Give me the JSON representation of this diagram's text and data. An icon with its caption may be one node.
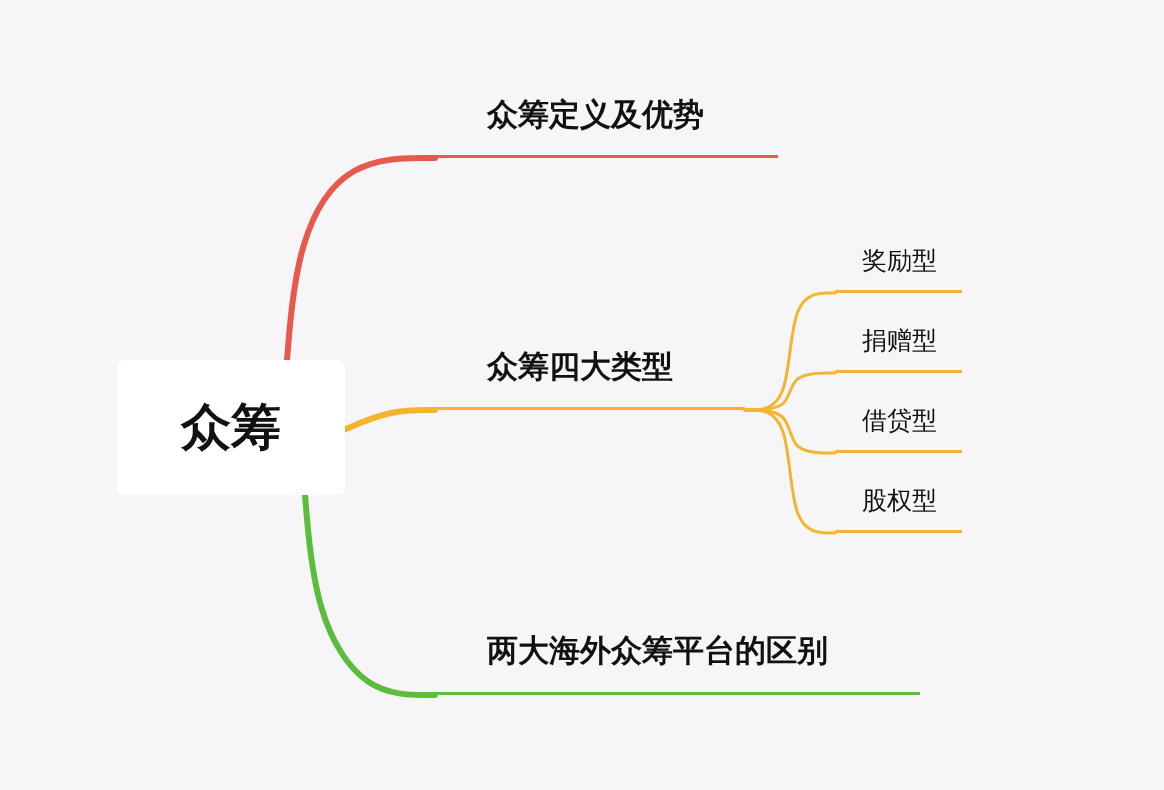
{
  "diagram": {
    "nodes": [
      {
        "text": [
          "众筹"
        ]
      },
      {
        "text": [
          "众筹定义及优势"
        ]
      },
      {
        "text": [
          "众筹四大类型"
        ]
      },
      {
        "text": [
          "奖励型"
        ]
      },
      {
        "text": [
          "捐赠型"
        ]
      },
      {
        "text": [
          "借贷型"
        ]
      },
      {
        "text": [
          "股权型"
        ]
      },
      {
        "text": [
          "两大海外众筹平台的区别"
        ]
      }
    ],
    "edges": [
      {
        "from": 0,
        "to": 1,
        "arrow": "none",
        "style": "thick",
        "color": "#e8594b"
      },
      {
        "from": 0,
        "to": 2,
        "arrow": "none",
        "style": "thick"
      },
      {
        "from": 0,
        "to": 7,
        "arrow": "none",
        "style": "thick",
        "color": "#5cbd3c"
      },
      {
        "from": 2,
        "to": 3,
        "arrow": "none"
      },
      {
        "from": 2,
        "to": 4,
        "arrow": "none"
      },
      {
        "from": 2,
        "to": 5,
        "arrow": "none"
      },
      {
        "from": 2,
        "to": 6,
        "arrow": "none"
      }
    ]
  }
}
